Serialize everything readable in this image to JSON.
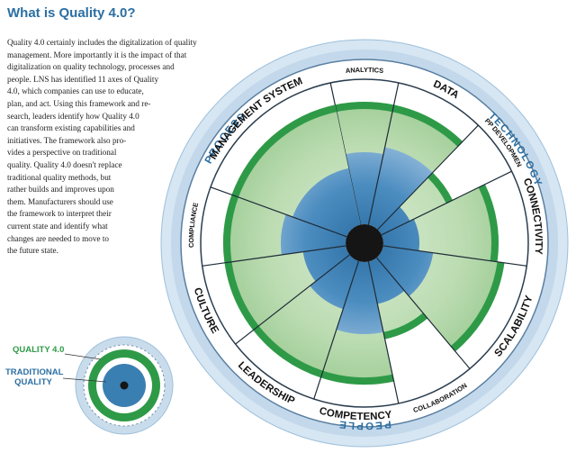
{
  "title": "What is Quality 4.0?",
  "intro_lines": [
    "Quality 4.0 certainly includes the digitalization of quality",
    "management. More importantly it is the impact of that",
    "digitalization on quality technology, processes and",
    "people. LNS has identified 11 axes of Quality",
    "4.0, which companies can use to educate,",
    "plan, and act. Using this framework and re-",
    "search, leaders identify how Quality 4.0",
    "can transform existing capabilities and",
    "initiatives. The framework also pro-",
    "vides a perspective on traditional",
    "quality. Quality 4.0 doesn't replace",
    "traditional quality methods, but",
    "rather builds and improves upon",
    "them. Manufacturers should use",
    "the framework to interpret their",
    "current state and identify what",
    "changes are needed to move to",
    "the future state."
  ],
  "groups": {
    "process": "PROCESS",
    "technology": "TECHNOLOGY",
    "people": "PEOPLE"
  },
  "axes": [
    {
      "label": "ANALYTICS",
      "start": -12,
      "end": 12,
      "q4": 0.85,
      "trad": 0.5
    },
    {
      "label": "DATA",
      "start": 12,
      "end": 44,
      "q4": 0.85,
      "trad": 0.55
    },
    {
      "label": "APP DEVELOPMENT",
      "start": 44,
      "end": 64,
      "q4": 0.55,
      "trad": 0.22
    },
    {
      "label": "CONNECTIVITY",
      "start": 64,
      "end": 98,
      "q4": 0.8,
      "trad": 0.25
    },
    {
      "label": "SCALABILITY",
      "start": 98,
      "end": 140,
      "q4": 0.85,
      "trad": 0.35
    },
    {
      "label": "COLLABORATION",
      "start": 140,
      "end": 168,
      "q4": 0.55,
      "trad": 0.3
    },
    {
      "label": "COMPETENCY",
      "start": 168,
      "end": 198,
      "q4": 0.85,
      "trad": 0.5
    },
    {
      "label": "LEADERSHIP",
      "start": 198,
      "end": 232,
      "q4": 0.85,
      "trad": 0.35
    },
    {
      "label": "CULTURE",
      "start": 232,
      "end": 262,
      "q4": 0.85,
      "trad": 0.3
    },
    {
      "label": "COMPLIANCE",
      "start": 262,
      "end": 290,
      "q4": 0.85,
      "trad": 0.45
    },
    {
      "label": "MANAGEMENT SYSTEM",
      "start": 290,
      "end": 348,
      "q4": 0.85,
      "trad": 0.4
    }
  ],
  "legend": {
    "quality40": "QUALITY 4.0",
    "traditional_line1": "TRADITIONAL",
    "traditional_line2": "QUALITY"
  },
  "colors": {
    "title": "#2b6fa3",
    "quality40_green": "#2e9a47",
    "light_green": "#c8e4c0",
    "traditional_blue": "#3a7fb1",
    "light_blue": "#b5cfe4",
    "outer_ring": "#c9dcec"
  }
}
